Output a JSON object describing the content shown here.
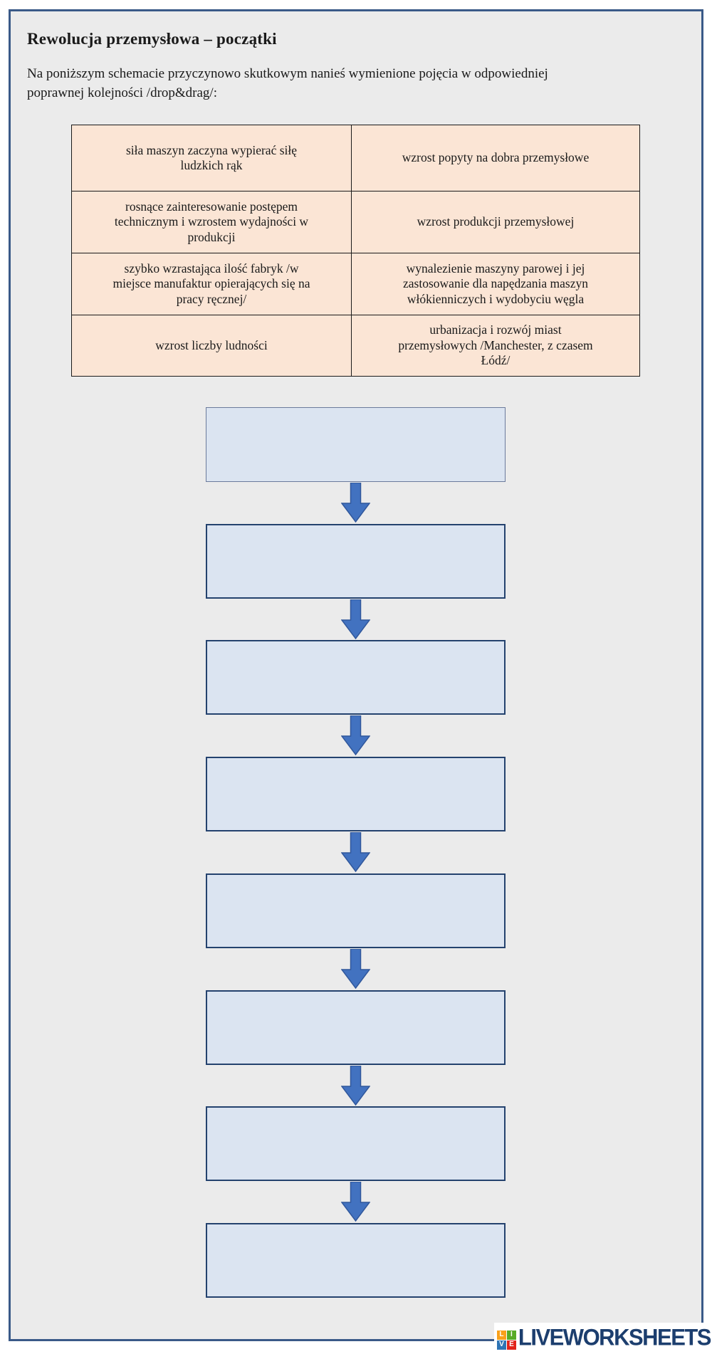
{
  "header": {
    "title": "Rewolucja przemysłowa – początki",
    "instructions": [
      "Na poniższym schemacie przyczynowo skutkowym nanieś wymienione pojęcia w odpowiedniej",
      "poprawnej kolejności /drop&drag/:"
    ]
  },
  "word_bank": {
    "cells": [
      [
        "siła maszyn zaczyna wypierać siłę",
        "ludzkich rąk"
      ],
      [
        "wzrost popyty na dobra przemysłowe"
      ],
      [
        "rosnące zainteresowanie postępem",
        "technicznym i wzrostem wydajności w",
        "produkcji"
      ],
      [
        "wzrost produkcji przemysłowej"
      ],
      [
        "szybko wzrastająca ilość fabryk /w",
        "miejsce manufaktur opierających się na",
        "pracy ręcznej/"
      ],
      [
        "wynalezienie maszyny parowej i jej",
        "zastosowanie dla napędzania maszyn",
        "włókienniczych i wydobyciu węgla"
      ],
      [
        "wzrost liczby ludności"
      ],
      [
        "urbanizacja i rozwój miast",
        "przemysłowych /Manchester, z czasem",
        "Łódź/"
      ]
    ]
  },
  "flowchart": {
    "slot_count": 8,
    "slots": [
      "",
      "",
      "",
      "",
      "",
      "",
      "",
      ""
    ],
    "connector": "down-arrow"
  },
  "footer": {
    "brand": "LIVEWORKSHEETS",
    "tiles": [
      {
        "letter": "L",
        "color": "#f9a11b"
      },
      {
        "letter": "I",
        "color": "#58ab27"
      },
      {
        "letter": "V",
        "color": "#2e74b5"
      },
      {
        "letter": "E",
        "color": "#e2231a"
      }
    ],
    "text_color": "#1c3e6e"
  },
  "colors": {
    "page_bg": "#ebebeb",
    "page_border": "#3a5a88",
    "bank_fill": "#fbe5d5",
    "bank_border": "#1a1a1a",
    "box_fill": "#dbe4f1",
    "box_border": "#24426e",
    "arrow_fill": "#4272c0",
    "arrow_border": "#30579b"
  }
}
